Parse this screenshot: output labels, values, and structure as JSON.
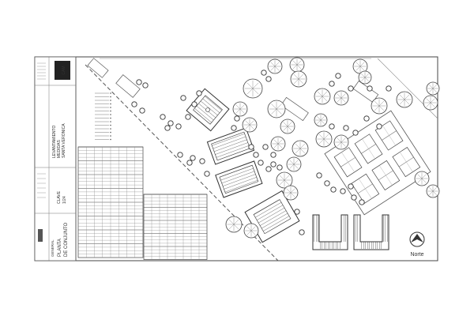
{
  "title_block": {
    "logo_text": "CAM",
    "project_lines": [
      "LEVANTAMIENTO",
      "MEDIDAS",
      "SANTA VERONICA"
    ],
    "key_label": "CLAVE",
    "key_value": "1/24",
    "plan_label": "PLANTA",
    "plan_name": "DE CONJUNTO",
    "plan_type": "GENERAL"
  },
  "north_label": "Norte"
}
